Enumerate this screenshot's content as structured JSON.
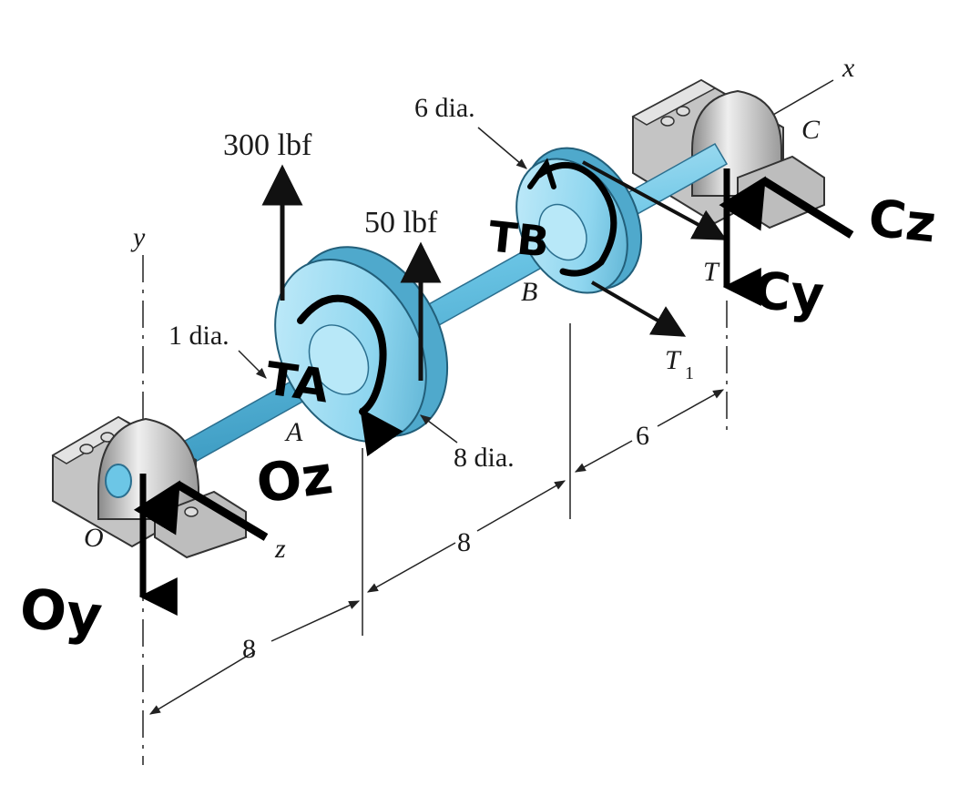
{
  "labels": {
    "force_a": "300 lbf",
    "force_b": "50 lbf",
    "dia_shaft": "1 dia.",
    "dia_pulley_b": "6 dia.",
    "dia_pulley_a": "8 dia.",
    "point_a": "A",
    "point_b": "B",
    "point_c": "C",
    "point_o": "O",
    "axis_x": "x",
    "axis_y": "y",
    "axis_z": "z",
    "tension_t1": "T",
    "tension_t1_sub": "1",
    "tension_t2": "T",
    "dim_oa": "8",
    "dim_ab": "8",
    "dim_bc": "6"
  },
  "handwritten": {
    "ta": "TA",
    "tb": "TB",
    "oz": "Oz",
    "oy": "Oy",
    "cz": "Cz",
    "cy": "Cy"
  },
  "colors": {
    "shaft": "#6cc6e6",
    "pulley": "#8fd6ef",
    "pulley_edge": "#4fa9cc",
    "bearing": "#b9b9b9",
    "ink": "#111111"
  }
}
